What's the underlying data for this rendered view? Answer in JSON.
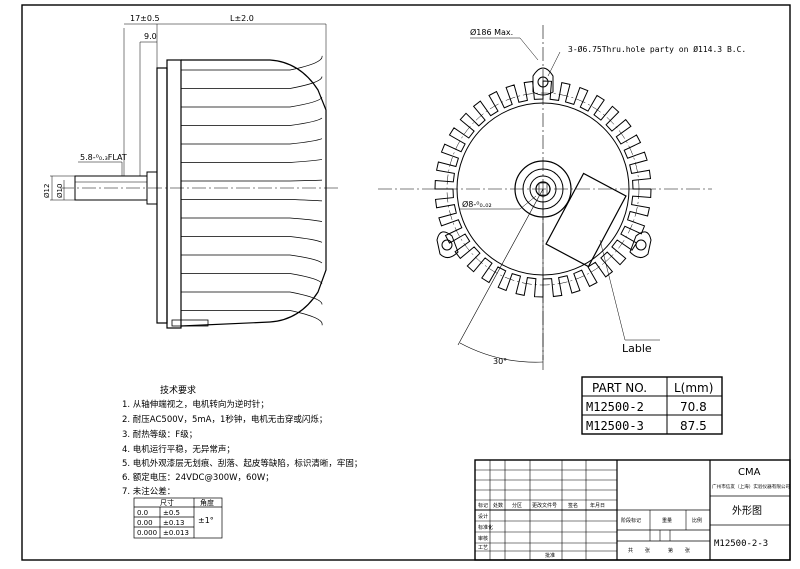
{
  "side_view": {
    "dim_shaft_ext": "17±0.5",
    "dim_body_len": "L±2.0",
    "dim_nine": "9.0",
    "dim_flat": "5.8-⁰₀.₃FLAT",
    "dim_shaft_dia_12": "Ø12",
    "dim_shaft_dia_10": "Ø10"
  },
  "front_view": {
    "max_dia": "Ø186 Max.",
    "holes_note": "3-Ø6.75Thru.hole party on Ø114.3 B.C.",
    "bore": "Ø8-⁰₀.₀₂",
    "angle": "30°",
    "label_callout": "Lable"
  },
  "part_table": {
    "headers": [
      "PART NO.",
      "L(mm)"
    ],
    "rows": [
      [
        "M12500-2",
        "70.8"
      ],
      [
        "M12500-3",
        "87.5"
      ]
    ]
  },
  "requirements": {
    "title": "技术要求",
    "lines": [
      "1. 从轴伸端视之，电机转向为逆时针；",
      "2. 耐压AC500V，5mA，1秒钟，电机无击穿或闪烁；",
      "3. 耐热等级：F级；",
      "4. 电机运行平稳，无异常声；",
      "5. 电机外观漆层无划痕、刮落、起皮等缺陷，标识清晰，牢固；",
      "6. 额定电压：24VDC@300W，60W；",
      "7. 未注公差："
    ],
    "tolerance": {
      "header_size": "尺寸",
      "header_angle": "角度",
      "rows": [
        [
          "0.0",
          "±0.5"
        ],
        [
          "0.00",
          "±0.13"
        ],
        [
          "0.000",
          "±0.013"
        ]
      ],
      "angle_value": "±1°"
    }
  },
  "title_block": {
    "company_short": "CMA",
    "company_full": "广州市信友（上海）实验仪器有限公司",
    "drawing_name": "外形图",
    "drawing_no": "M12500-2-3",
    "row_labels": [
      "标记",
      "处数",
      "分区",
      "更改文件号",
      "签名",
      "年月日"
    ],
    "mid_labels": [
      "阶段标记",
      "重量",
      "比例"
    ],
    "bottom_left": [
      "设计",
      "标准化",
      "审核",
      "工艺",
      "批准"
    ],
    "bottom_mid": [
      "共",
      "张",
      "第",
      "张"
    ]
  }
}
